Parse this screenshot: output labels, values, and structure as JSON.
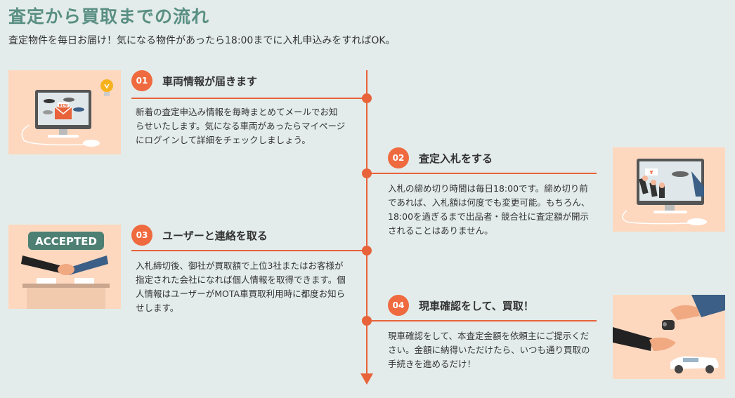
{
  "header": {
    "title": "査定から買取までの流れ",
    "subtitle": "査定物件を毎日お届け！気になる物件があったら18:00までに入札申込みをすればOK。"
  },
  "steps": [
    {
      "num": "01",
      "title": "車両情報が届きます",
      "desc": "新着の査定申込み情報を毎時まとめてメールでお知らせいたします。気になる車両があったらマイページにログインして詳細をチェックしましょう。",
      "illustration": "new-mail-monitor-icon"
    },
    {
      "num": "02",
      "title": "査定入札をする",
      "desc": "入札の締め切り時間は毎日18:00です。締め切り前であれば、入札額は何度でも変更可能。もちろん、18:00を過ぎるまで出品者・競合社に査定額が開示されることはありません。",
      "illustration": "bidding-monitor-icon"
    },
    {
      "num": "03",
      "title": "ユーザーと連絡を取る",
      "desc": "入札締切後、御社が買取額で上位3社またはお客様が指定された会社になれば個人情報を取得できます。個人情報はユーザーがMOTA車買取利用時に都度お知らせします。",
      "illustration": "handshake-accepted-icon",
      "badge": "ACCEPTED"
    },
    {
      "num": "04",
      "title": "現車確認をして、買取！",
      "desc": "現車確認をして、本査定金額を依頼主にご提示ください。金額に納得いただけたら、いつも通り買取の手続きを進めるだけ！",
      "illustration": "key-handover-icon"
    }
  ],
  "illustration_labels": {
    "mail_badge": "NEW",
    "price_tag": "¥"
  },
  "colors": {
    "accent": "#ef6a3f",
    "title": "#5a8f83",
    "background": "#e3ecea",
    "illustration_bg": "#fdd8bf"
  }
}
